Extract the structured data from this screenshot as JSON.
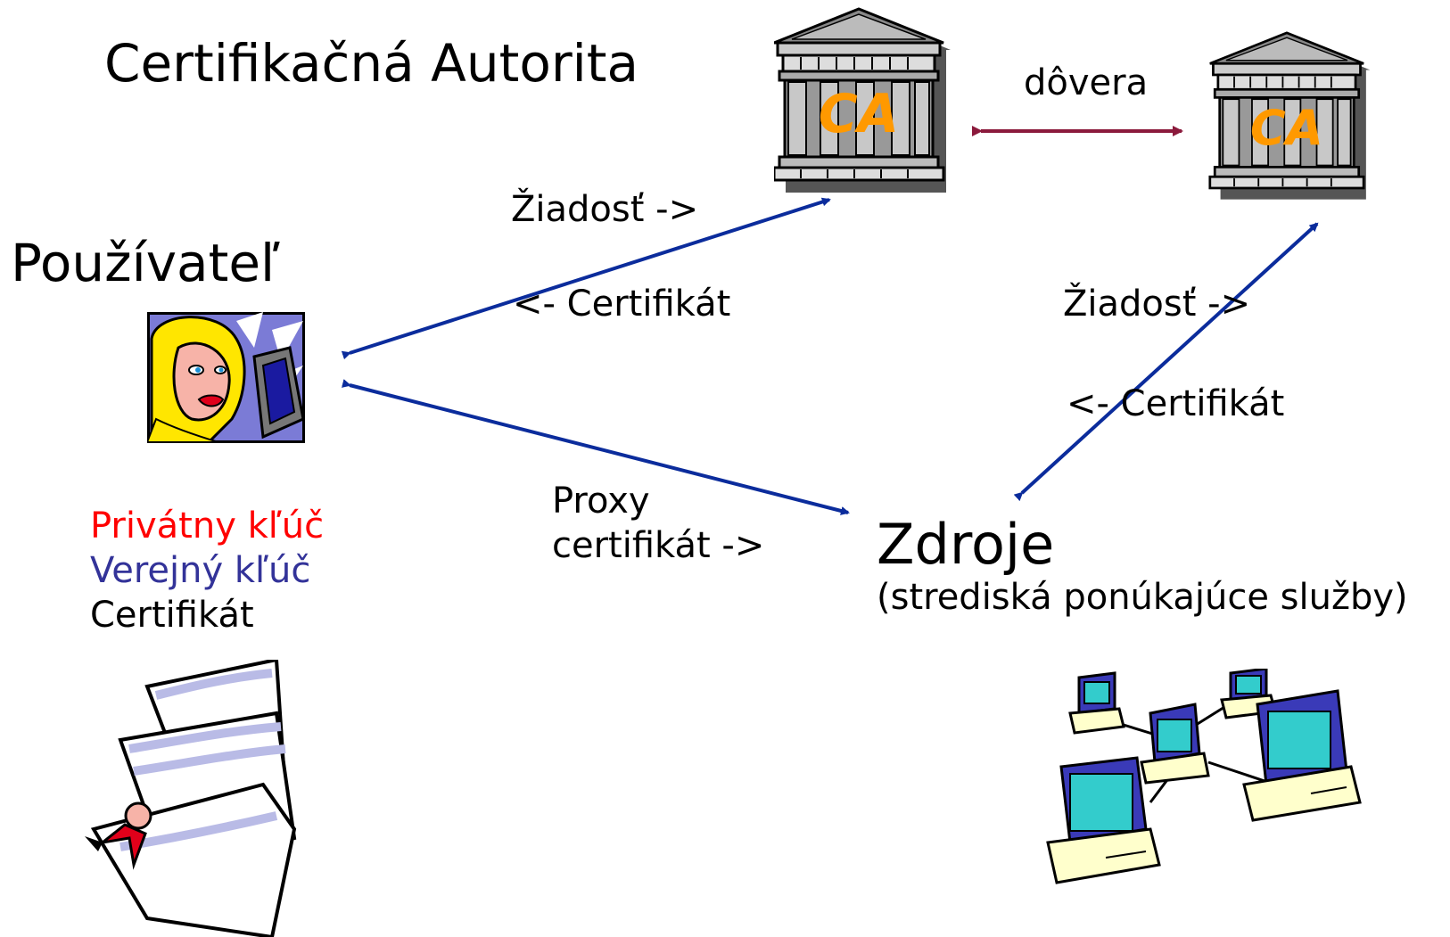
{
  "title": "Certifikačná Autorita",
  "user": {
    "label": "Používateľ"
  },
  "ca_left": {
    "label": "CA"
  },
  "ca_right": {
    "label": "CA"
  },
  "trust": {
    "label": "dôvera"
  },
  "left_link": {
    "request": "Žiadosť ->",
    "certificate": "<- Certifikát"
  },
  "right_link": {
    "request": "Žiadosť ->",
    "certificate": "<- Certifikát"
  },
  "proxy": {
    "line1": "Proxy",
    "line2": "certifikát ->"
  },
  "resources": {
    "label": "Zdroje",
    "sublabel": "(strediská ponúkajúce služby)"
  },
  "keys": {
    "private": "Privátny kľúč",
    "public": "Verejný kľúč",
    "certificate": "Certifikát"
  },
  "colors": {
    "arrow_blue": "#0b2c9c",
    "trust_arrow": "#8b1a3c",
    "private_key": "#ff0000",
    "public_key": "#333399",
    "ca_text": "#ff9900"
  }
}
